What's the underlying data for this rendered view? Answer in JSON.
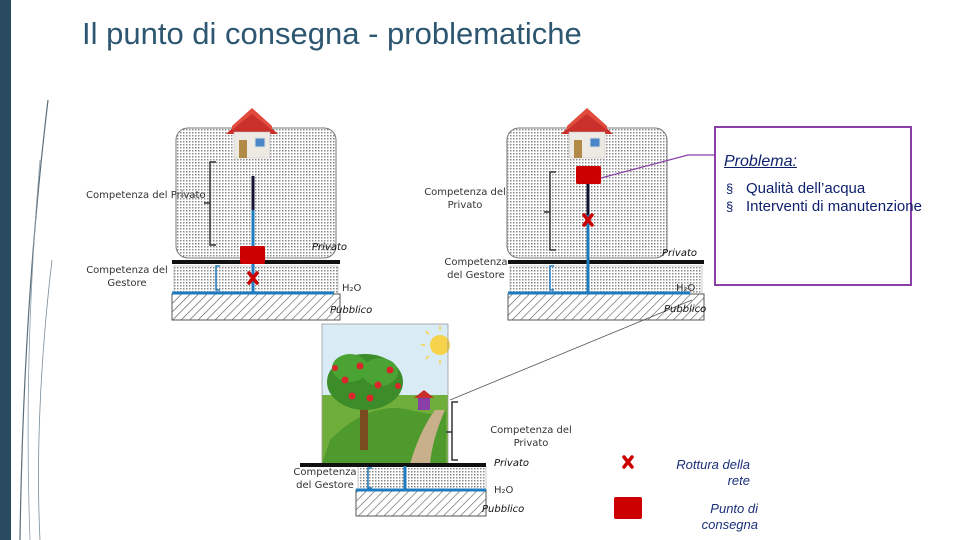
{
  "slide": {
    "title": "Il punto di consegna - problematiche"
  },
  "diagram_left": {
    "label_private": "Competenza del Privato",
    "label_operator": "Competenza del Gestore",
    "tag_private": "Privato",
    "tag_water": "H₂O",
    "tag_public": "Pubblico"
  },
  "diagram_right": {
    "label_private": "Competenza del Privato",
    "label_operator": "Competenza del Gestore",
    "tag_private": "Privato",
    "tag_water": "H₂O",
    "tag_public": "Pubblico"
  },
  "diagram_bottom": {
    "label_private": "Competenza del Privato",
    "label_operator": "Competenza del Gestore",
    "tag_private": "Privato",
    "tag_water": "H₂O",
    "tag_public": "Pubblico"
  },
  "problem": {
    "title": "Problema:",
    "items": [
      "Qualità dell’acqua",
      "Interventi di manutenzione"
    ]
  },
  "legend": {
    "break_label": "Rottura della rete",
    "delivery_label": "Punto di consegna"
  },
  "colors": {
    "title": "#2d5671",
    "pipe": "#1f7bbf",
    "valve": "#cc0000",
    "problem_border": "#8a3fa8",
    "problem_text": "#0d1f6b"
  }
}
